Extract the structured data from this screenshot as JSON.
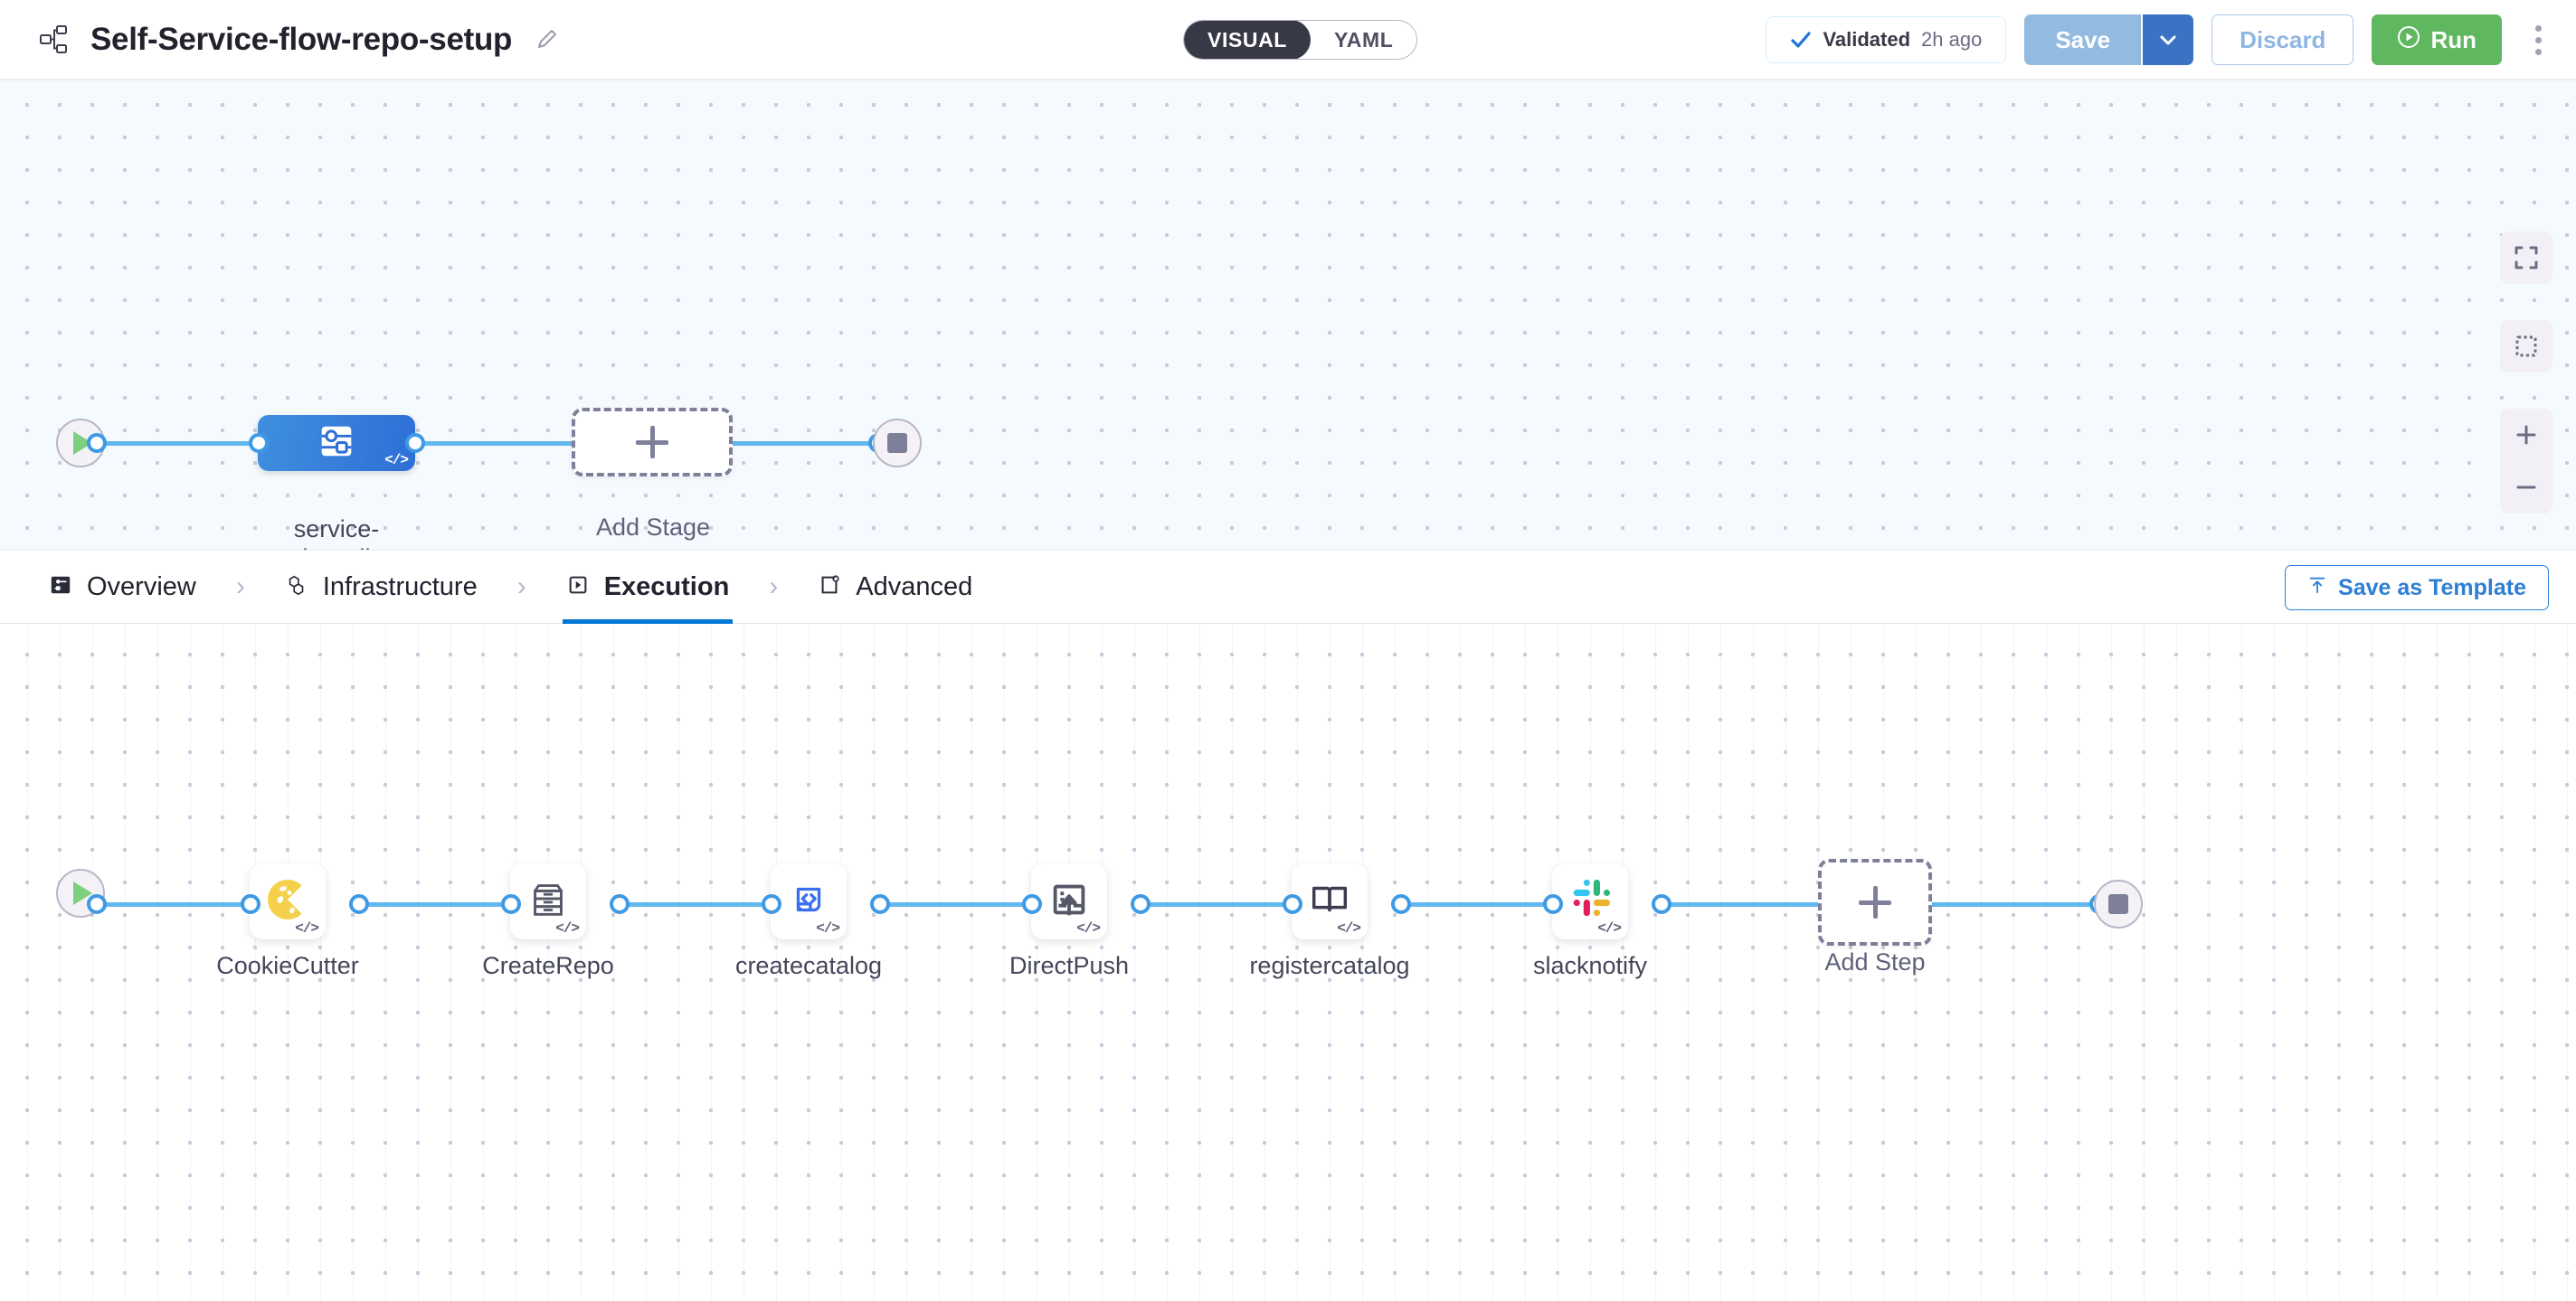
{
  "header": {
    "pipeline_icon": "pipeline-icon",
    "title": "Self-Service-flow-repo-setup",
    "edit_icon": "pencil-icon",
    "view_toggle": {
      "options": [
        "VISUAL",
        "YAML"
      ],
      "selected": "VISUAL"
    },
    "validated": {
      "icon": "check-icon",
      "label": "Validated",
      "time": "2h ago"
    },
    "save": {
      "label": "Save",
      "caret_icon": "chevron-down-icon"
    },
    "discard": {
      "label": "Discard"
    },
    "run": {
      "label": "Run",
      "icon": "play-circle-icon"
    },
    "more_menu_icon": "kebab-menu-icon"
  },
  "stage_canvas": {
    "start_node": {
      "icon": "play-icon"
    },
    "end_node": {
      "icon": "stop-icon"
    },
    "stage": {
      "name": "service-onboarding",
      "icon": "custom-stage-icon",
      "badge": "</>",
      "selected": true
    },
    "add_stage": {
      "label": "Add Stage",
      "icon": "plus-icon"
    }
  },
  "tabs": {
    "items": [
      {
        "label": "Overview",
        "icon": "overview-icon",
        "active": false
      },
      {
        "label": "Infrastructure",
        "icon": "infrastructure-icon",
        "active": false
      },
      {
        "label": "Execution",
        "icon": "execution-icon",
        "active": true
      },
      {
        "label": "Advanced",
        "icon": "advanced-icon",
        "active": false
      }
    ],
    "separator": "›",
    "save_as_template": {
      "label": "Save as Template",
      "icon": "template-upload-icon"
    }
  },
  "execution_canvas": {
    "start_node": {
      "icon": "play-icon"
    },
    "end_node": {
      "icon": "stop-icon"
    },
    "steps": [
      {
        "name": "CookieCutter",
        "icon": "cookie-icon",
        "badge": "</>"
      },
      {
        "name": "CreateRepo",
        "icon": "file-drawer-icon",
        "badge": "</>"
      },
      {
        "name": "createcatalog",
        "icon": "laptop-code-icon",
        "badge": "</>"
      },
      {
        "name": "DirectPush",
        "icon": "push-upload-icon",
        "badge": "</>"
      },
      {
        "name": "registercatalog",
        "icon": "open-book-icon",
        "badge": "</>"
      },
      {
        "name": "slacknotify",
        "icon": "slack-icon",
        "badge": "</>"
      }
    ],
    "add_step": {
      "label": "Add Step",
      "icon": "plus-icon"
    }
  },
  "canvas_controls": [
    {
      "name": "fit-to-screen",
      "icon": "expand-icon"
    },
    {
      "name": "selection-mode",
      "icon": "marquee-select-icon"
    },
    {
      "name": "zoom-in",
      "icon": "plus-icon"
    },
    {
      "name": "zoom-out",
      "icon": "minus-icon"
    }
  ],
  "colors": {
    "accent_blue": "#0278d5",
    "connector_blue": "#61b8ef",
    "stage_blue": "#2e6fd6",
    "run_green": "#5fb75f",
    "canvas_top_bg": "#f4fafd",
    "slack": {
      "blue": "#36C5F0",
      "green": "#2EB67D",
      "red": "#E01E5A",
      "yellow": "#ECB22E"
    }
  }
}
